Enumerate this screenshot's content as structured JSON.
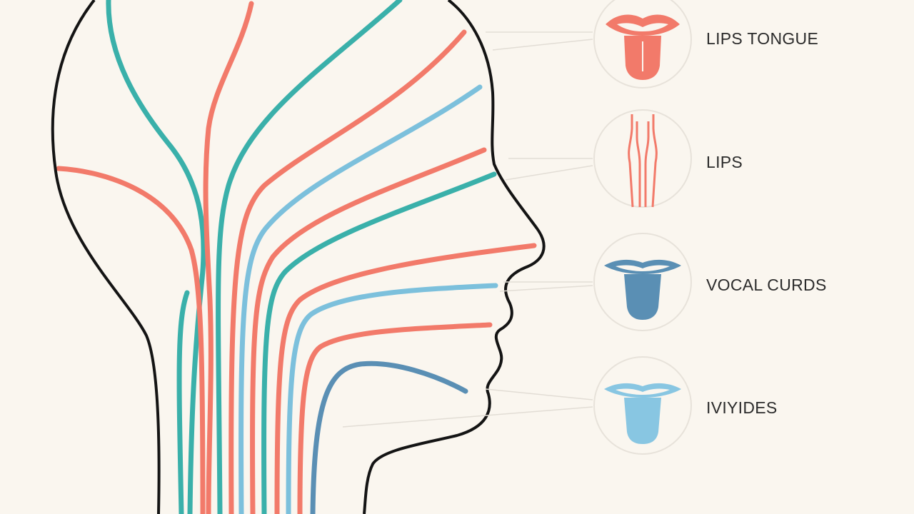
{
  "diagram": {
    "colors": {
      "background": "#faf6ef",
      "outline": "#141414",
      "coral": "#f27a6a",
      "teal": "#3ab0aa",
      "light_blue": "#7cc0dc",
      "steel_blue": "#5a8fb4",
      "circle": "#e7e2da",
      "leader": "#e2ddd5"
    },
    "legend": [
      {
        "label": "LIPS TONGUE",
        "icon": "lips-tongue-icon",
        "color": "#f27a6a"
      },
      {
        "label": "LIPS",
        "icon": "vocal-cords-icon",
        "color": "#f27a6a"
      },
      {
        "label": "VOCAL CURDS",
        "icon": "tongue-icon",
        "color": "#5a8fb4"
      },
      {
        "label": "IVIYIDES",
        "icon": "tongue-icon",
        "color": "#88c6e2"
      }
    ]
  }
}
